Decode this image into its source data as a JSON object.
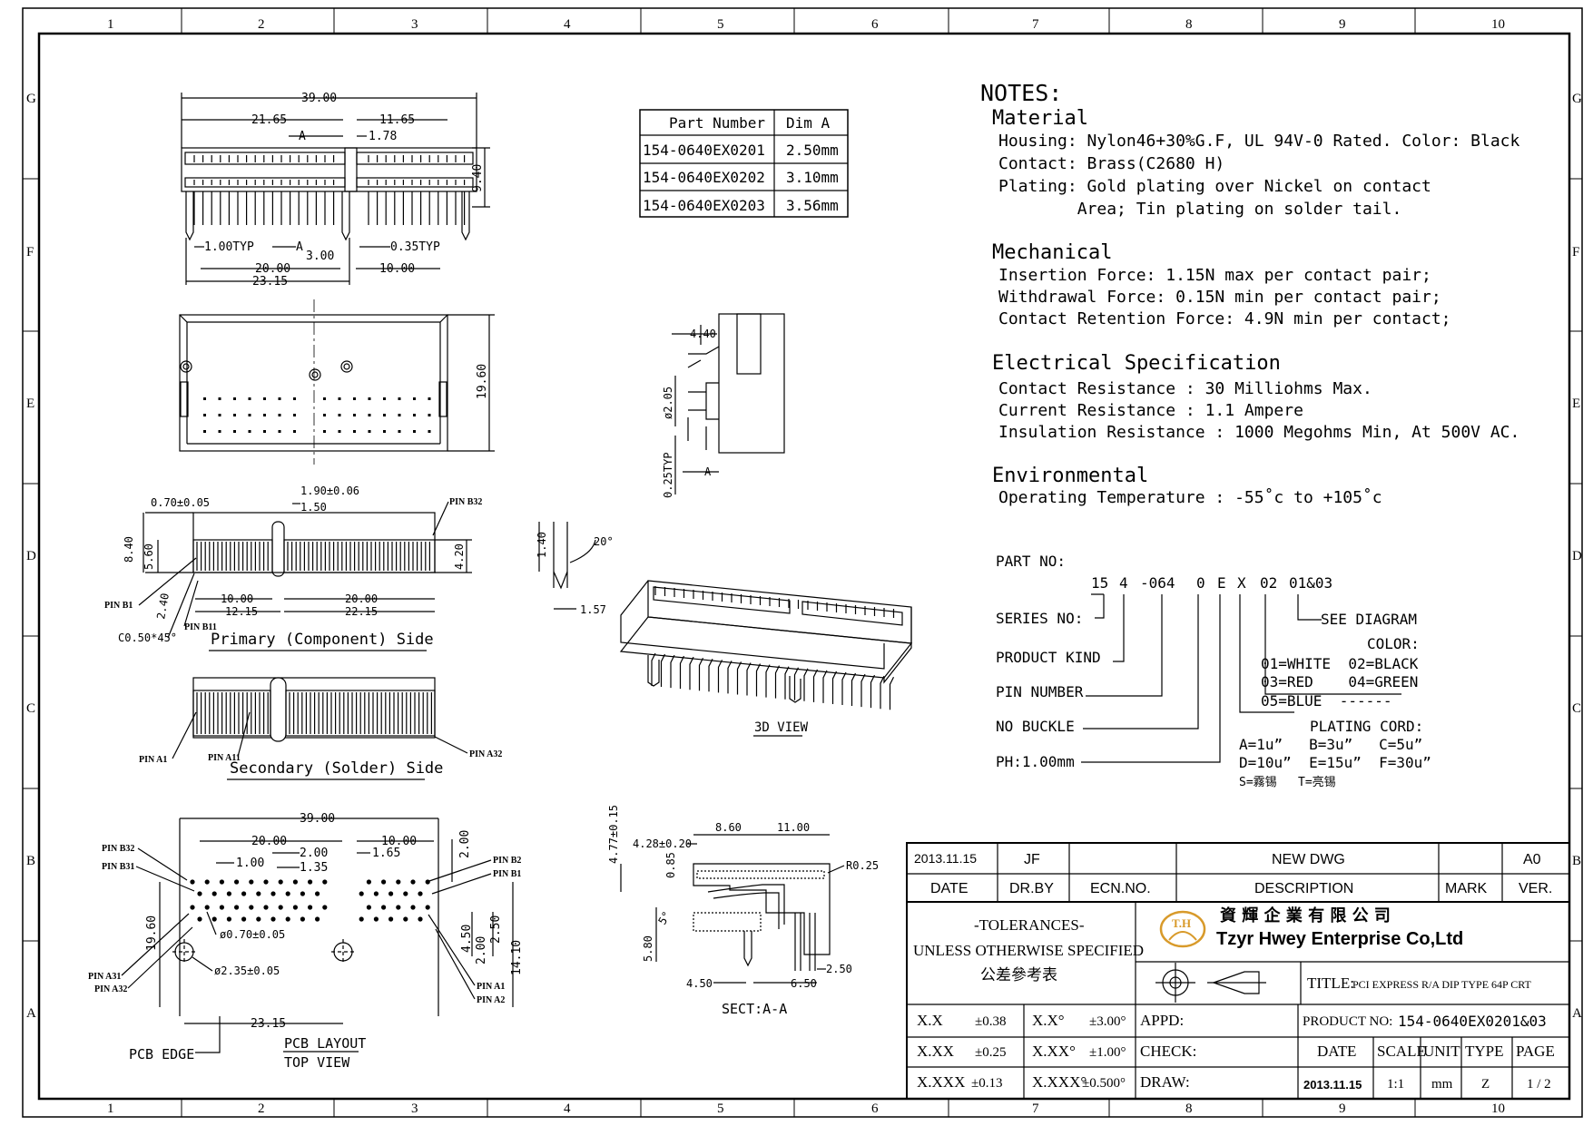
{
  "border": {
    "columns": [
      "1",
      "2",
      "3",
      "4",
      "5",
      "6",
      "7",
      "8",
      "9",
      "10"
    ],
    "rows": [
      "G",
      "F",
      "E",
      "D",
      "C",
      "B",
      "A"
    ]
  },
  "top_view": {
    "dims": [
      "39.00",
      "21.65",
      "11.65",
      "A",
      "1.78",
      "9.40",
      "1.00TYP",
      "A",
      "3.00",
      "0.35TYP",
      "20.00",
      "10.00",
      "23.15"
    ]
  },
  "side_view": {
    "dims": [
      "19.60"
    ]
  },
  "part_table": {
    "headers": [
      "Part Number",
      "Dim A"
    ],
    "rows": [
      [
        "154-0640EX0201",
        "2.50mm"
      ],
      [
        "154-0640EX0202",
        "3.10mm"
      ],
      [
        "154-0640EX0203",
        "3.56mm"
      ]
    ]
  },
  "end_view": {
    "dims": [
      "4.40",
      "ø2.05",
      "0.25TYP",
      "A"
    ]
  },
  "primary_side": {
    "dims": [
      "0.70±0.05",
      "1.90±0.06",
      "1.50",
      "8.40",
      "5.60",
      "4.20",
      "10.00",
      "12.15",
      "20.00",
      "22.15",
      "2.40",
      "C0.50*45°"
    ],
    "pins": [
      "PIN B32",
      "PIN B1",
      "PIN B11"
    ],
    "caption": "Primary (Component) Side"
  },
  "secondary_side": {
    "pins": [
      "PIN A1",
      "PIN A11",
      "PIN A32"
    ],
    "caption": "Secondary (Solder) Side"
  },
  "chamfer_detail": {
    "dims": [
      "1.40",
      "20°",
      "1.57"
    ]
  },
  "view_3d": {
    "caption": "3D VIEW"
  },
  "pcb_layout": {
    "dims": [
      "39.00",
      "20.00",
      "10.00",
      "1.00",
      "2.00",
      "1.65",
      "1.35",
      "2.00",
      "ø0.70±0.05",
      "19.60",
      "4.50",
      "2.00",
      "2.50",
      "14.10",
      "ø2.35±0.05",
      "23.15"
    ],
    "pins": [
      "PIN B32",
      "PIN B31",
      "PIN B2",
      "PIN B1",
      "PIN A31",
      "PIN A32",
      "PIN A1",
      "PIN A2"
    ],
    "edge_label": "PCB EDGE",
    "caption": "PCB LAYOUT",
    "subcaption": "TOP VIEW"
  },
  "section_view": {
    "dims": [
      "4.77±0.15",
      "8.60",
      "11.00",
      "4.28±0.20",
      "0.85",
      "R0.25",
      "5°",
      "5.80",
      "2.50",
      "4.50",
      "6.50"
    ],
    "caption": "SECT:A-A"
  },
  "notes": {
    "title": "NOTES:",
    "sections": [
      {
        "heading": "Material",
        "lines": [
          "Housing: Nylon46+30%G.F, UL 94V-0 Rated. Color: Black",
          "Contact: Brass(C2680 H)",
          "Plating: Gold plating over Nickel on contact",
          "        Area; Tin plating on solder tail."
        ]
      },
      {
        "heading": "Mechanical",
        "lines": [
          "Insertion Force: 1.15N max per contact pair;",
          "Withdrawal Force: 0.15N min per contact pair;",
          "Contact Retention Force: 4.9N min per contact;"
        ]
      },
      {
        "heading": "Electrical Specification",
        "lines": [
          "Contact Resistance : 30 Milliohms Max.",
          "Current Resistance : 1.1 Ampere",
          "Insulation Resistance : 1000 Megohms Min, At 500V AC."
        ]
      },
      {
        "heading": "Environmental",
        "lines": [
          "Operating Temperature : -55˚c to +105˚c"
        ]
      }
    ]
  },
  "part_no": {
    "label": "PART NO:",
    "code": [
      "15",
      "4",
      "-064",
      "0",
      "E",
      "X",
      "02",
      "01&03"
    ],
    "series": "SERIES NO:",
    "kind": "PRODUCT KIND",
    "pin_number": "PIN NUMBER",
    "buckle": "NO BUCKLE",
    "pitch": "PH:1.00mm",
    "see_diagram": "SEE DIAGRAM",
    "color_title": "COLOR:",
    "colors": [
      "01=WHITE  02=BLACK",
      "03=RED    04=GREEN",
      "05=BLUE  ------"
    ],
    "plating_title": "PLATING CORD:",
    "plating": [
      "A=1u”   B=3u”   C=5u”",
      "D=10u”  E=15u”  F=30u”"
    ],
    "finish_s": "S=霧锡",
    "finish_t": "T=亮锡"
  },
  "title_block": {
    "rev_date": "2013.11.15",
    "rev_by": "JF",
    "rev_desc": "NEW DWG",
    "rev_ver": "A0",
    "hdr_date": "DATE",
    "hdr_drby": "DR.BY",
    "hdr_ecn": "ECN.NO.",
    "hdr_desc": "DESCRIPTION",
    "hdr_mark": "MARK",
    "hdr_ver": "VER.",
    "tol1": "-TOLERANCES-",
    "tol2": "UNLESS OTHERWISE SPECIFIED",
    "tol3": "公差參考表",
    "company_cn": "資 輝 企 業 有 限 公 司",
    "company_en": "Tzyr Hwey Enterprise Co,Ltd",
    "logo_text": "T.H",
    "title_label": "TITLE:",
    "title_value": "PCI EXPRESS R/A DIP TYPE 64P CRT",
    "tolerances": [
      [
        "X.X",
        "±0.38",
        "X.X°",
        "±3.00°"
      ],
      [
        "X.XX",
        "±0.25",
        "X.XX°",
        "±1.00°"
      ],
      [
        "X.XXX",
        "±0.13",
        "X.XXX°",
        "±0.500°"
      ]
    ],
    "appd": "APPD:",
    "check": "CHECK:",
    "draw": "DRAW:",
    "product_no_label": "PRODUCT NO:",
    "product_no": "154-0640EX0201&03",
    "foot_headers": [
      "DATE",
      "SCALE",
      "UNIT",
      "TYPE",
      "PAGE"
    ],
    "foot_values": [
      "2013.11.15",
      "1:1",
      "mm",
      "Z",
      "1 / 2"
    ]
  },
  "colors": {
    "ink": "#000000",
    "logo": "#d89a2a",
    "brand_red": "#cc2020"
  }
}
